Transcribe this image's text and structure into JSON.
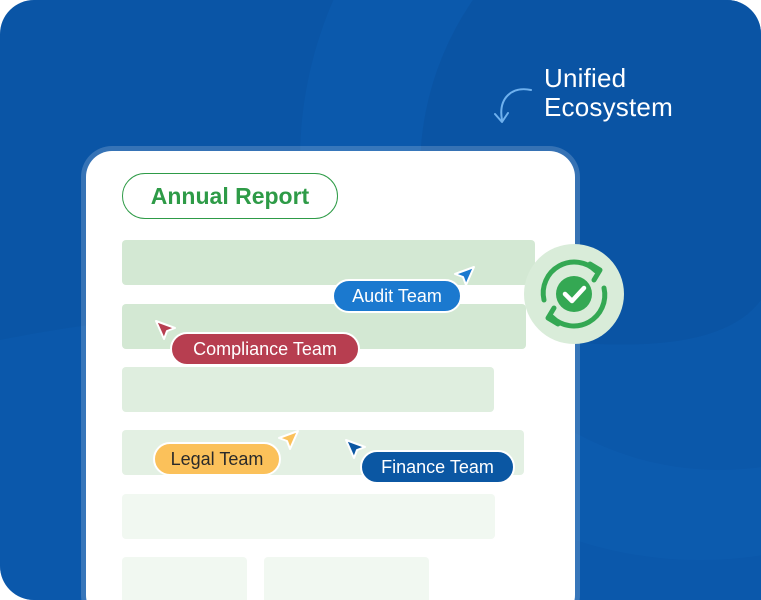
{
  "tagline": {
    "line1": "Unified",
    "line2": "Ecosystem"
  },
  "document": {
    "title": "Annual Report"
  },
  "teams": [
    {
      "label": "Audit Team",
      "color": "#1b79cf"
    },
    {
      "label": "Compliance Team",
      "color": "#b73e50"
    },
    {
      "label": "Legal Team",
      "color": "#fbc15a"
    },
    {
      "label": "Finance Team",
      "color": "#0b57a3"
    }
  ],
  "icons": {
    "curved_arrow": "curved-arrow-icon",
    "sync_check": "sync-check-icon",
    "cursor": "cursor-arrow-icon"
  },
  "colors": {
    "background": "#0a55a6",
    "accent_green": "#2e9b47",
    "bar_green": "#d3e8d3",
    "badge_bg": "#d9ecd9"
  }
}
